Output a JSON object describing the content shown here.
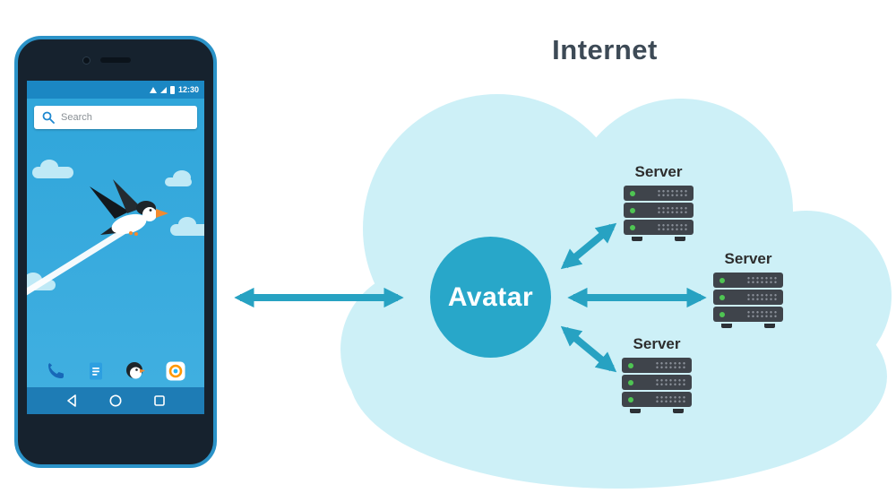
{
  "diagram": {
    "title": "Internet",
    "avatar": {
      "label": "Avatar"
    },
    "servers": [
      {
        "label": "Server",
        "position": "top"
      },
      {
        "label": "Server",
        "position": "right"
      },
      {
        "label": "Server",
        "position": "bottom"
      }
    ]
  },
  "phone": {
    "status_bar": {
      "time": "12:30"
    },
    "search": {
      "placeholder": "Search"
    }
  },
  "colors": {
    "cloud_fill": "#cdf0f7",
    "avatar_fill": "#28a7c9",
    "arrow": "#27a2c2",
    "server_body": "#3f444b",
    "server_led": "#4fc553",
    "title_text": "#3d4a56",
    "phone_rim": "#2b93c8",
    "wallpaper_blue": "#35aadd"
  }
}
